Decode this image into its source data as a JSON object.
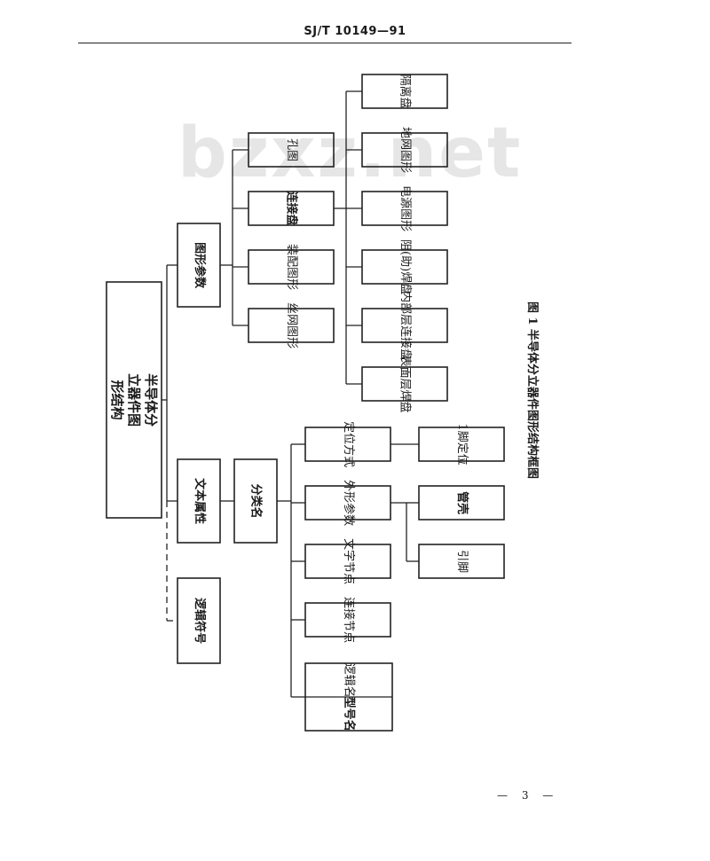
{
  "header": {
    "code": "SJ/T 10149—91"
  },
  "watermark": "bzxz.net",
  "diagram": {
    "root": "半导体分立器件图形结构",
    "branches": {
      "graphic_params": "图形参数",
      "text_attrs": "文本属性",
      "logic_symbol": "逻辑符号"
    },
    "graphic_children": {
      "hole": "孔图",
      "connection_pad": "连接盘",
      "assembly": "装配图形",
      "silkscreen": "丝网图形"
    },
    "pad_children": {
      "isolation": "隔离盘",
      "ground_mesh": "地网图形",
      "power": "电源图形",
      "resist": "阻(助)焊盘",
      "inner_layer": "内部层连接盘",
      "surface": "表面层焊盘"
    },
    "classify": "分类名",
    "text_children": {
      "positioning": "定位方式",
      "shape_params": "外形参数",
      "text_node": "文字节点",
      "conn_node": "连接节点",
      "logic_name": "逻辑名",
      "model_name": "型号名"
    },
    "pin1": "1脚定位",
    "tube_shell": "管壳",
    "pins": "引脚",
    "caption": "图 1 半导体分立器件图形结构框图"
  },
  "footer": {
    "page": "— 3 —"
  }
}
